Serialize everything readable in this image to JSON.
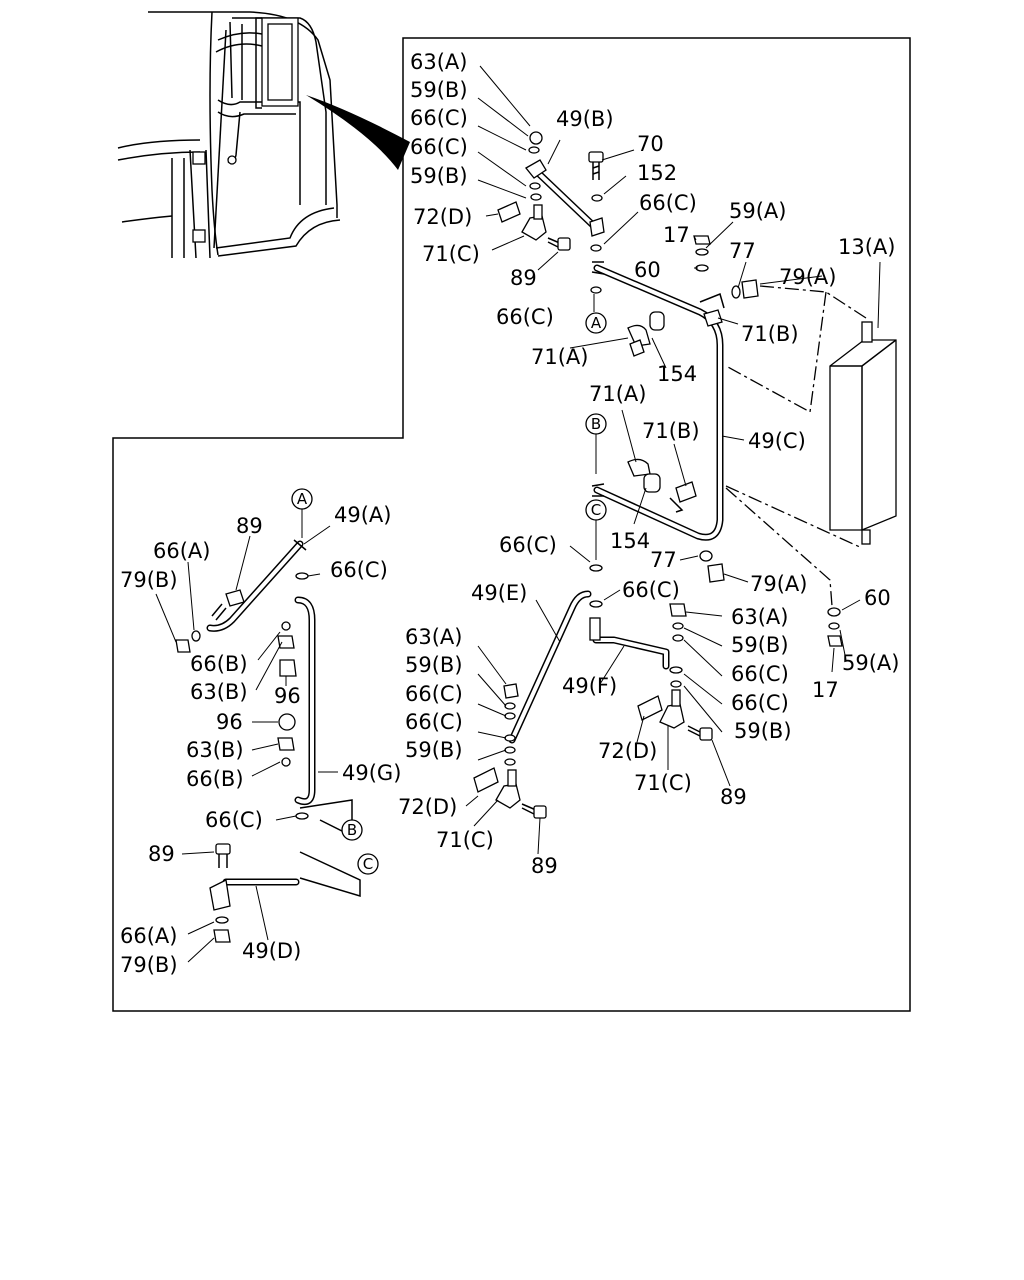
{
  "diagram": {
    "labels": [
      "63(A)",
      "59(B)",
      "66(C)",
      "66(C)",
      "59(B)",
      "72(D)",
      "71(C)",
      "89",
      "49(B)",
      "70",
      "152",
      "66(C)",
      "59(A)",
      "17",
      "77",
      "60",
      "79(A)",
      "13(A)",
      "66(C)",
      "71(A)",
      "154",
      "71(B)",
      "71(A)",
      "71(B)",
      "49(C)",
      "66(C)",
      "154",
      "77",
      "79(A)",
      "60",
      "59(A)",
      "17",
      "49(A)",
      "89",
      "66(A)",
      "79(B)",
      "66(C)",
      "66(B)",
      "63(B)",
      "96",
      "96",
      "63(B)",
      "66(B)",
      "49(G)",
      "66(C)",
      "89",
      "66(A)",
      "79(B)",
      "49(D)",
      "49(E)",
      "66(C)",
      "63(A)",
      "59(B)",
      "66(C)",
      "66(C)",
      "59(B)",
      "72(D)",
      "71(C)",
      "89",
      "49(F)",
      "63(A)",
      "59(B)",
      "66(C)",
      "66(C)",
      "59(B)",
      "72(D)",
      "71(C)",
      "89"
    ],
    "circle_markers": [
      "A",
      "B",
      "C",
      "A",
      "B",
      "C"
    ]
  }
}
